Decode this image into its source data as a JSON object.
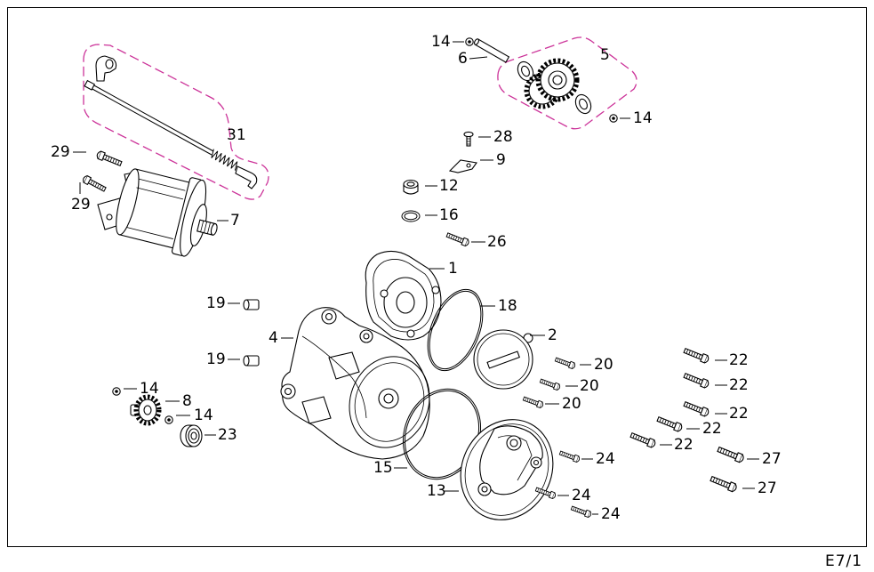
{
  "diagram": {
    "callouts": [
      "14",
      "6",
      "5",
      "14",
      "31",
      "28",
      "9",
      "29",
      "29",
      "12",
      "7",
      "16",
      "26",
      "1",
      "19",
      "18",
      "4",
      "2",
      "19",
      "20",
      "20",
      "20",
      "14",
      "8",
      "14",
      "23",
      "22",
      "22",
      "22",
      "22",
      "22",
      "24",
      "27",
      "15",
      "13",
      "24",
      "27",
      "24"
    ],
    "sheet_ref": "E7/1",
    "colors": {
      "line": "#000000",
      "kit_outline": "#cc3399",
      "background": "#ffffff"
    }
  }
}
